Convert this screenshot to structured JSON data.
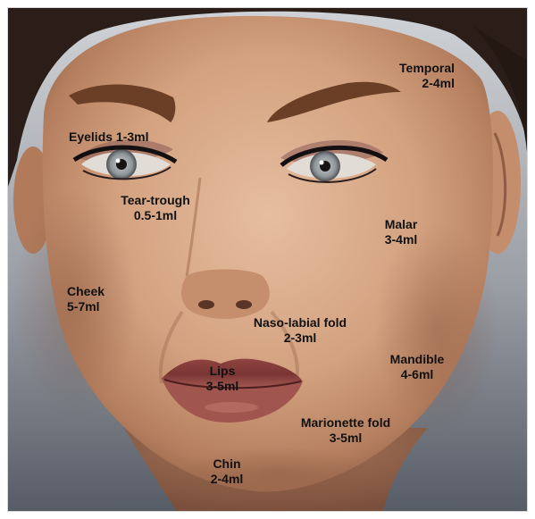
{
  "labels": {
    "temporal": {
      "name": "Temporal",
      "volume": "2-4ml"
    },
    "eyelids": {
      "text": "Eyelids 1-3ml"
    },
    "tear_trough": {
      "name": "Tear-trough",
      "volume": "0.5-1ml"
    },
    "malar": {
      "name": "Malar",
      "volume": "3-4ml"
    },
    "cheek": {
      "name": "Cheek",
      "volume": "5-7ml"
    },
    "naso_labial": {
      "name": "Naso-labial fold",
      "volume": "2-3ml"
    },
    "mandible": {
      "name": "Mandible",
      "volume": "4-6ml"
    },
    "lips": {
      "name": "Lips",
      "volume": "3-5ml"
    },
    "marionette": {
      "name": "Marionette fold",
      "volume": "3-5ml"
    },
    "chin": {
      "name": "Chin",
      "volume": "2-4ml"
    }
  },
  "colors": {
    "background_top": "#c9ccd0",
    "background_bottom": "#5b616b",
    "skin_light": "#e0b697",
    "skin_mid": "#c99573",
    "skin_shadow": "#9c6b50",
    "hair": "#2a1c16",
    "brow": "#6a3e24",
    "iris": "#9aa0a4",
    "liner": "#161113",
    "lip": "#9a4c48",
    "text": "#111111"
  }
}
